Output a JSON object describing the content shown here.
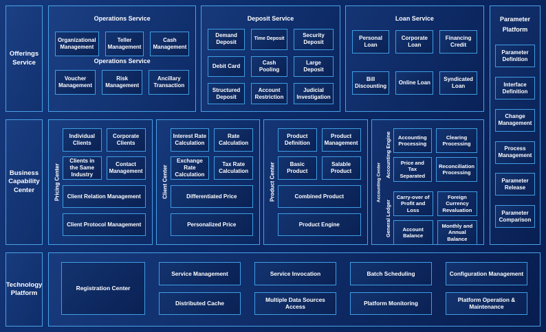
{
  "colors": {
    "background": "#0c2b69",
    "panel_border": "#4aa3e8",
    "box_border": "#3f9fe6",
    "box_fill": "#0a2154",
    "text": "#ffffff"
  },
  "rails": {
    "offerings": "Offerings Service",
    "business": "Business Capability Center",
    "technology": "Technology Platform"
  },
  "operations": {
    "title": "Operations Service",
    "stray_title": "Operations Service",
    "row1": [
      "Organizational Management",
      "Teller Management",
      "Cash Management"
    ],
    "row2": [
      "Voucher Management",
      "Risk Management",
      "Ancillary Transaction"
    ]
  },
  "deposit": {
    "title": "Deposit Service",
    "items": [
      "Demand Deposit",
      "Time Deposit",
      "Security Deposit",
      "Debit Card",
      "Cash Pooling",
      "Large Deposit",
      "Structured Deposit",
      "Account Restriction",
      "Judicial Investigation"
    ]
  },
  "loan": {
    "title": "Loan Service",
    "items": [
      "Personal Loan",
      "Corporate Loan",
      "Financing Credit",
      "Bill Discounting",
      "Online Loan",
      "Syndicated Loan"
    ]
  },
  "parameter": {
    "title_line1": "Parameter",
    "title_line2": "Platform",
    "items": [
      "Parameter Definition",
      "Interface Definition",
      "Change Management",
      "Process Management",
      "Parameter Release",
      "Parameter Comparison"
    ]
  },
  "pricing": {
    "rail": "Pricing Center",
    "small": [
      "Individual Clients",
      "Corporate Clients",
      "Clients in the Same Industry",
      "Contact Management"
    ],
    "wide": [
      "Client Relation Management",
      "Client Protocol Management"
    ]
  },
  "client": {
    "rail": "Client Center",
    "small": [
      "Interest Rate Calculation",
      "Rate Calculation",
      "Exchange Rate Calculation",
      "Tax Rate Calculation"
    ],
    "wide": [
      "Differentiated Price",
      "Personalized Price"
    ]
  },
  "product": {
    "rail": "Product Center",
    "small": [
      "Product Definition",
      "Product Management",
      "Basic Product",
      "Salable Product"
    ],
    "wide": [
      "Combined Product",
      "Product Engine"
    ]
  },
  "accounting": {
    "rail": "Accounting Center",
    "engine_rail": "Accounting Engine",
    "ledger_rail": "General Ledger",
    "engine_items": [
      "Accounting Processing",
      "Clearing Processing",
      "Price and Tax Separated",
      "Reconciliation Processing"
    ],
    "ledger_items": [
      "Carry-over of Profit and Loss",
      "Foreign Currency Revaluation",
      "Account Balance",
      "Monthly and Annual Balance"
    ]
  },
  "technology": {
    "registration": "Registration Center",
    "row1": [
      "Service Management",
      "Service Invocation",
      "Batch Scheduling",
      "Configuration Management"
    ],
    "row2": [
      "Distributed Cache",
      "Multiple Data Sources Access",
      "Platform Monitoring",
      "Platform Operation & Maintenance"
    ]
  }
}
